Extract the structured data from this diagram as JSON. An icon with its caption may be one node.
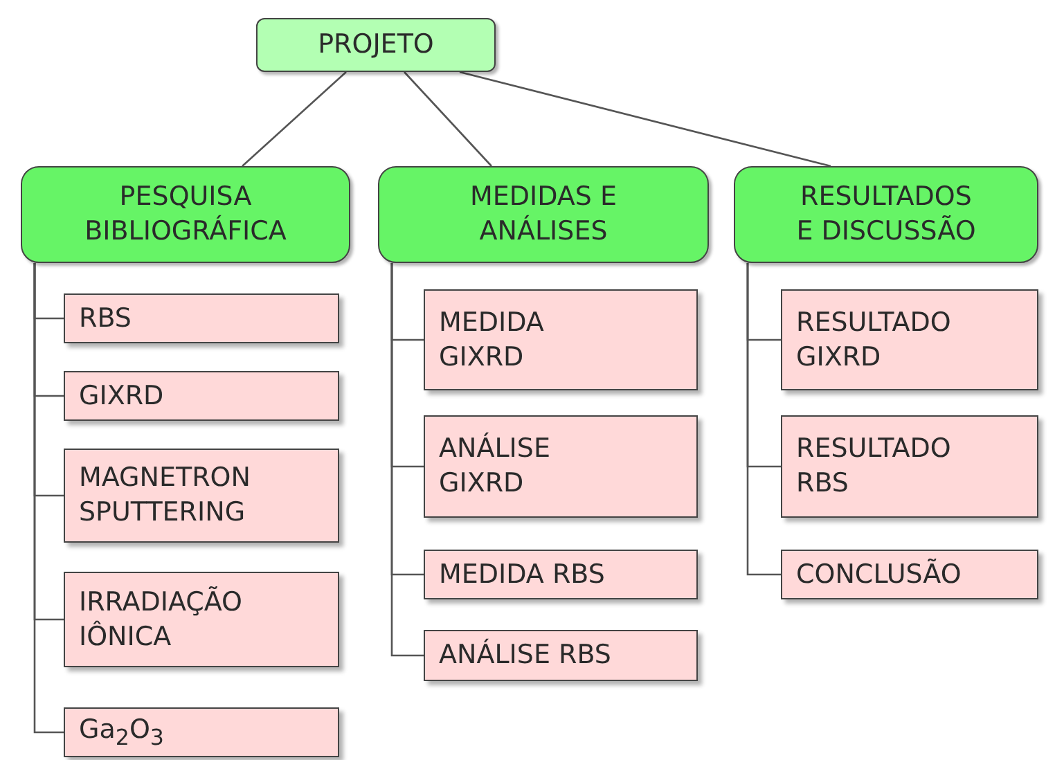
{
  "diagram": {
    "nodes": [
      {
        "text": [
          "PROJETO"
        ]
      },
      {
        "text": [
          "PESQUISA BIBLIOGRÁFICA"
        ]
      },
      {
        "text": [
          "RBS"
        ]
      },
      {
        "text": [
          "GIXRD"
        ]
      },
      {
        "text": [
          "MAGNETRON SPUTTERING"
        ]
      },
      {
        "text": [
          "IRRADIAÇÃO IÔNICA"
        ]
      },
      {
        "text": [
          "Ga$_{2}$O$_{3}$"
        ]
      },
      {
        "text": [
          "MEDIDAS E ANÁLISES"
        ]
      },
      {
        "text": [
          "MEDIDA GIXRD"
        ]
      },
      {
        "text": [
          "ANÁLISE GIXRD"
        ]
      },
      {
        "text": [
          "MEDIDA RBS"
        ]
      },
      {
        "text": [
          "ANÁLISE RBS"
        ]
      },
      {
        "text": [
          "RESULTADOS E DISCUSSÃO"
        ]
      },
      {
        "text": [
          "RESULTADO GIXRD"
        ]
      },
      {
        "text": [
          "RESULTADO RBS"
        ]
      },
      {
        "text": [
          "CONCLUSÃO"
        ]
      }
    ],
    "edges": [
      {
        "from": 0,
        "to": 1,
        "arrow": "none"
      },
      {
        "from": 0,
        "to": 7,
        "arrow": "none"
      },
      {
        "from": 0,
        "to": 12,
        "arrow": "none"
      },
      {
        "from": 1,
        "to": 2,
        "arrow": "none"
      },
      {
        "from": 1,
        "to": 3,
        "arrow": "none"
      },
      {
        "from": 1,
        "to": 4,
        "arrow": "none"
      },
      {
        "from": 1,
        "to": 5,
        "arrow": "none"
      },
      {
        "from": 1,
        "to": 6,
        "arrow": "none"
      },
      {
        "from": 7,
        "to": 8,
        "arrow": "none"
      },
      {
        "from": 7,
        "to": 9,
        "arrow": "none"
      },
      {
        "from": 7,
        "to": 10,
        "arrow": "none"
      },
      {
        "from": 7,
        "to": 11,
        "arrow": "none"
      },
      {
        "from": 12,
        "to": 13,
        "arrow": "none"
      },
      {
        "from": 12,
        "to": 14,
        "arrow": "none"
      },
      {
        "from": 12,
        "to": 15,
        "arrow": "none"
      }
    ]
  }
}
